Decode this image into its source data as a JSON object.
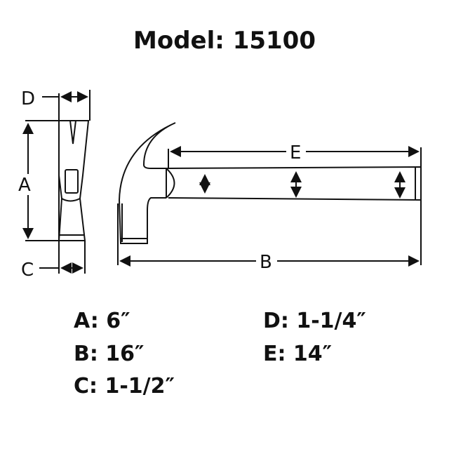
{
  "title": "Model: 15100",
  "diagram_labels": {
    "A": "A",
    "B": "B",
    "C": "C",
    "D": "D",
    "E": "E"
  },
  "specs": [
    {
      "text": "A: 6″"
    },
    {
      "text": "B: 16″"
    },
    {
      "text": "C: 1-1/2″"
    },
    {
      "text": "D: 1-1/4″"
    },
    {
      "text": "E: 14″"
    }
  ]
}
